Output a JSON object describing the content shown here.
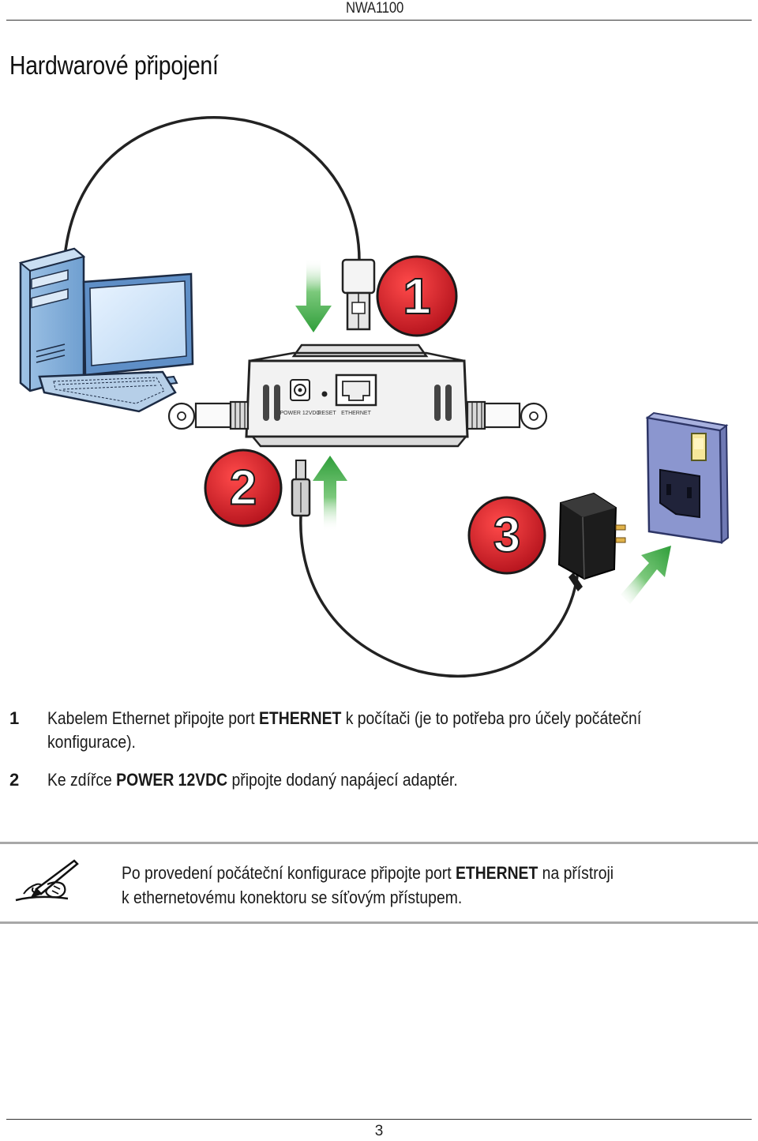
{
  "header": {
    "model": "NWA1100",
    "page_number": "3"
  },
  "title": "Hardwarové připojení",
  "diagram": {
    "callouts": [
      "1",
      "2",
      "3"
    ],
    "device_port_labels": [
      "POWER 12VDC",
      "RESET",
      "ETHERNET"
    ],
    "colors": {
      "arrow_green": "#3aa53a",
      "callout_red": "#d8202a",
      "wall_plate": "#8b96cf",
      "device_body": "#f2f2f2"
    },
    "icons": [
      "desktop-computer",
      "ethernet-plug",
      "access-point-device",
      "power-plug",
      "power-adapter",
      "wall-socket"
    ]
  },
  "steps": [
    {
      "number": "1",
      "line1": {
        "pre": "Kabelem Ethernet připojte port ",
        "bold": "ETHERNET",
        "post": " k počítači (je to potřeba pro účely počáteční"
      },
      "line2": "konfigurace)."
    },
    {
      "number": "2",
      "line1": {
        "pre": "Ke zdířce ",
        "bold": "POWER 12VDC",
        "post": " připojte dodaný napájecí adaptér."
      }
    }
  ],
  "note": {
    "icon": "note-pen-icon",
    "line1": {
      "pre": "Po provedení počáteční konfigurace připojte port ",
      "bold": "ETHERNET",
      "post": " na přístroji"
    },
    "line2": "k ethernetovému konektoru se síťovým přístupem."
  }
}
